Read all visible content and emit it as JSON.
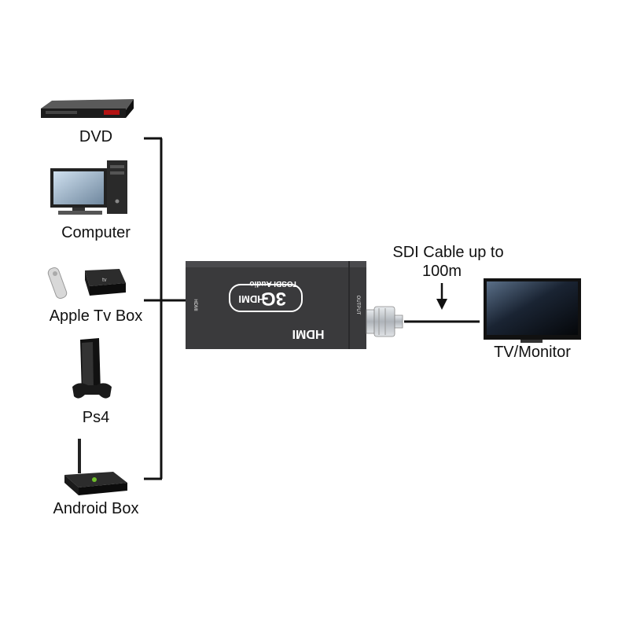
{
  "sources": [
    {
      "label": "DVD",
      "icon": "dvd-player-icon"
    },
    {
      "label": "Computer",
      "icon": "desktop-computer-icon"
    },
    {
      "label": "Apple Tv  Box",
      "icon": "apple-tv-box-icon"
    },
    {
      "label": "Ps4",
      "icon": "game-console-icon"
    },
    {
      "label": "Android Box",
      "icon": "android-box-icon"
    }
  ],
  "converter": {
    "icon": "hdmi-to-sdi-converter-icon",
    "model": "3G",
    "brand_hdmi": "HDMI",
    "line": "TOSDI Audio",
    "face_brand": "HDMI",
    "input_port": "HDMI",
    "output_port": "OUTPUT",
    "colors": {
      "body": "#3a3a3c",
      "connector": "#c9ccd1"
    }
  },
  "cable": {
    "label_line1": "SDI Cable up to",
    "label_line2": "100m"
  },
  "display": {
    "label": "TV/Monitor",
    "icon": "tv-monitor-icon"
  }
}
